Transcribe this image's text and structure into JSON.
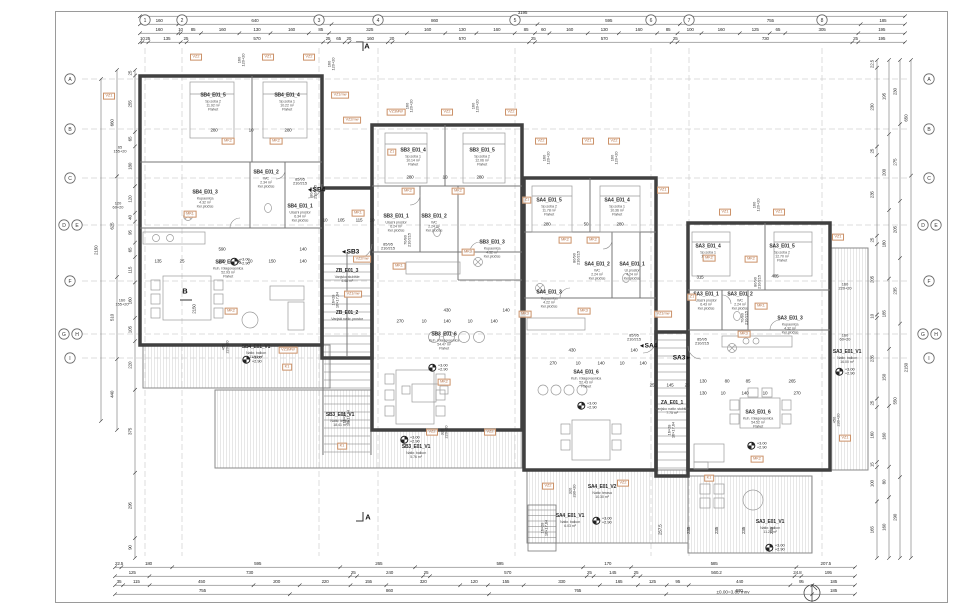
{
  "notes": {
    "level_note": "±0.00=3.80 mnv"
  },
  "sections": {
    "a": "A",
    "b": "B",
    "b_value": "2150"
  },
  "grid": {
    "cols": [
      "1",
      "2",
      "3",
      "4",
      "5",
      "6",
      "7",
      "8"
    ],
    "rows": [
      "A",
      "B",
      "C",
      "D",
      "E",
      "F",
      "G",
      "H",
      "I"
    ]
  },
  "dim_chains": [
    {
      "id": "top0",
      "values": [
        "3195"
      ]
    },
    {
      "id": "top1",
      "values": [
        "160",
        "640",
        "860",
        "595",
        "755",
        "185"
      ]
    },
    {
      "id": "top2",
      "values": [
        "160",
        "10",
        "85",
        "160",
        "130",
        "160",
        "85",
        "325",
        "160",
        "130",
        "160",
        "85",
        "60",
        "160",
        "130",
        "160",
        "85",
        "100",
        "160",
        "125",
        "65",
        "305",
        "195"
      ]
    },
    {
      "id": "top3",
      "values": [
        "10",
        "25",
        "135",
        "25",
        "570",
        "25",
        "65",
        "20",
        "160",
        "20",
        "570",
        "25",
        "570",
        "25",
        "730",
        "25",
        "195"
      ]
    },
    {
      "id": "bot1",
      "values": [
        "22.5",
        "180",
        "595",
        "265",
        "595",
        "170",
        "585",
        "207.5"
      ]
    },
    {
      "id": "bot2",
      "values": [
        "125",
        "730",
        "25",
        "240",
        "25",
        "570",
        "25",
        "145",
        "25",
        "560.2",
        "24.8",
        "195"
      ]
    },
    {
      "id": "bot3",
      "values": [
        "35",
        "115",
        "450",
        "200",
        "220",
        "155",
        "320",
        "120",
        "155",
        "330",
        "165",
        "125",
        "95",
        "440",
        "95",
        "185"
      ]
    },
    {
      "id": "bot4",
      "values": [
        "755",
        "860",
        "765",
        "630",
        "185"
      ]
    },
    {
      "id": "left1",
      "values": [
        "25",
        "255",
        "65",
        "180",
        "120",
        "40",
        "95",
        "65",
        "115",
        "160",
        "105",
        "220",
        "375",
        "295",
        "90"
      ]
    },
    {
      "id": "left2",
      "values": [
        "660",
        "625",
        "510",
        "440"
      ]
    },
    {
      "id": "left3",
      "values": [
        "2150"
      ]
    },
    {
      "id": "right1",
      "values": [
        "22.5",
        "230",
        "25",
        "235",
        "25",
        "205",
        "10",
        "235",
        "25",
        "160",
        "15",
        "100",
        "165"
      ]
    },
    {
      "id": "right2",
      "values": [
        "195",
        "200",
        "180",
        "185",
        "150",
        "160",
        "80",
        "160"
      ]
    },
    {
      "id": "right3",
      "values": [
        "230",
        "275",
        "205",
        "235",
        "550",
        "290"
      ]
    },
    {
      "id": "right4",
      "values": [
        "650",
        "2150"
      ]
    },
    {
      "id": "brow",
      "values": [
        "257.5",
        "235",
        "235",
        "235",
        "235"
      ]
    }
  ],
  "rooms": [
    {
      "code": "SB4_E01_5",
      "name": "Sp.soba 2",
      "area": "11.92 m²",
      "floor": "Parket"
    },
    {
      "code": "SB4_E01_4",
      "name": "Sp.soba 1",
      "area": "10.22 m²",
      "floor": "Parket"
    },
    {
      "code": "SB4_E01_2",
      "name": "WC",
      "area": "2.34 m²",
      "floor": "Ker.pločice"
    },
    {
      "code": "SB4_E01_3",
      "name": "Kupaonica",
      "area": "4.32 m²",
      "floor": "Ker.pločice"
    },
    {
      "code": "SB4_E01_1",
      "name": "Ulazni prostor",
      "area": "6.34 m²",
      "floor": "Ker.pločice"
    },
    {
      "code": "SB4_E01_6",
      "name": "Kuh. i blagovaonica",
      "area": "52.93 m²",
      "floor": "Parket"
    },
    {
      "code": "SB4_E01_V1",
      "name": "Natkr. balkon",
      "area": "11.94 m²",
      "floor": ""
    },
    {
      "code": "SB3_E01_4",
      "name": "Sp.soba 1",
      "area": "10.14 m²",
      "floor": "Parket"
    },
    {
      "code": "SB3_E01_5",
      "name": "Sp.soba 2",
      "area": "12.06 m²",
      "floor": "Parket"
    },
    {
      "code": "SB3_E01_1",
      "name": "Ulazni prostor",
      "area": "6.24 m²",
      "floor": "Ker.pločice"
    },
    {
      "code": "SB3_E01_2",
      "name": "WC",
      "area": "2.24 m²",
      "floor": "Ker.pločice"
    },
    {
      "code": "SB3_E01_3",
      "name": "Kupaonica",
      "area": "4.32 m²",
      "floor": "Ker.pločice"
    },
    {
      "code": "SB3_E01_6",
      "name": "Kuh. i blagovaonica",
      "area": "54.47 m²",
      "floor": "Parket"
    },
    {
      "code": "SB3_E01_V1",
      "name": "Natkr. terasa",
      "area": "18.41 m²",
      "floor": ""
    },
    {
      "code": "SB3_E01_V1",
      "name": "Natkr. balkon",
      "area": "5.76 m²",
      "floor": ""
    },
    {
      "code": "SA4_E01_5",
      "name": "Sp.soba 2",
      "area": "11.78 m²",
      "floor": "Parket"
    },
    {
      "code": "SA4_E01_4",
      "name": "Sp.soba 1",
      "area": "10.36 m²",
      "floor": "Parket"
    },
    {
      "code": "SA4_E01_2",
      "name": "WC",
      "area": "2.24 m²",
      "floor": "Ker.pločice"
    },
    {
      "code": "SA4_E01_1",
      "name": "Ul.prostor",
      "area": "4.24 m²",
      "floor": "Ker.pločice"
    },
    {
      "code": "SA4_E01_3",
      "name": "Kupaonica",
      "area": "4.22 m²",
      "floor": "Ker.pločice"
    },
    {
      "code": "SA4_E01_6",
      "name": "Kuh. i blagovaonica",
      "area": "52.43 m²",
      "floor": "Parket"
    },
    {
      "code": "SA4_E01_V2",
      "name": "Natkr. terasa",
      "area": "10.30 m²",
      "floor": ""
    },
    {
      "code": "SA4_E01_V1",
      "name": "Natkr. balkon",
      "area": "6.03 m²",
      "floor": ""
    },
    {
      "code": "SA3_E01_4",
      "name": "Sp.soba 1",
      "area": "10.65 m²",
      "floor": "Parket"
    },
    {
      "code": "SA3_E01_5",
      "name": "Sp.soba 2",
      "area": "12.70 m²",
      "floor": "Parket"
    },
    {
      "code": "SA3_E01_1",
      "name": "Ulazni prostor",
      "area": "6.43 m²",
      "floor": "Ker.pločice"
    },
    {
      "code": "SA3_E01_2",
      "name": "WC",
      "area": "2.24 m²",
      "floor": "Ker.pločice"
    },
    {
      "code": "SA3_E01_3",
      "name": "Kupaonica",
      "area": "4.32 m²",
      "floor": "Ker.pločice"
    },
    {
      "code": "SA3_E01_6",
      "name": "Kuh. i blagovaonica",
      "area": "54.52 m²",
      "floor": "Parket"
    },
    {
      "code": "SA3_E01_V1",
      "name": "Natkr. balkon",
      "area": "16.00 m²",
      "floor": ""
    },
    {
      "code": "SA3_E01_V1",
      "name": "Natkr. balkon",
      "area": "11.28 m²",
      "floor": ""
    },
    {
      "code": "ZB_E01_3",
      "name": "Vanjsko stubište",
      "area": "4.48 m²",
      "floor": ""
    },
    {
      "code": "ZB_E01_2",
      "name": "Vanjski natkr. prostor",
      "area": "",
      "floor": ""
    },
    {
      "code": "ZA_E01_1",
      "name": "Vanjsko natkr. stubište",
      "area": "7.75 m²",
      "floor": ""
    }
  ],
  "entries": [
    {
      "unit": "SB4"
    },
    {
      "unit": "SB3"
    },
    {
      "unit": "SA4"
    },
    {
      "unit": "SA3"
    }
  ],
  "level_marker": {
    "upper": "+3.00",
    "lower": "+2.90"
  },
  "door_size_tags": [
    [
      "85/95",
      "210/215"
    ],
    [
      "85/95",
      "210/215"
    ],
    [
      "85/95",
      "210/215"
    ],
    [
      "85/95",
      "210/215"
    ],
    [
      "80/90",
      "210/215"
    ],
    [
      "70/80",
      "210/215"
    ],
    [
      "80/90",
      "210/215"
    ],
    [
      "80/90",
      "210/215"
    ],
    [
      "70/80",
      "210/215"
    ]
  ],
  "window_tags": [
    [
      "160",
      "120+20"
    ],
    [
      "160",
      "120+20"
    ],
    [
      "160",
      "120+20"
    ],
    [
      "160",
      "120+20"
    ],
    [
      "160",
      "120+20"
    ],
    [
      "160",
      "120+20"
    ],
    [
      "160",
      "120+20"
    ],
    [
      "450",
      "220+20"
    ],
    [
      "320",
      "220+20"
    ],
    [
      "320",
      "230+20"
    ],
    [
      "450",
      "230+20"
    ],
    [
      "65",
      "155+20"
    ],
    [
      "120",
      "60+20"
    ],
    [
      "160",
      "155+20"
    ],
    [
      "160",
      "220+20"
    ],
    [
      "160",
      "60+20"
    ]
  ],
  "stair_run": [
    "16×28",
    "16×17,64"
  ],
  "wall_tags": [
    "VZ2",
    "VZ1",
    "VZ2",
    "VZ1",
    "VZ1mw",
    "VZ2mw",
    "VZ3MW",
    "VZ2",
    "VZ2",
    "VZ2",
    "VZ1",
    "VZ2",
    "VZ1",
    "VZ1",
    "VZ1",
    "VZ1",
    "MK2",
    "MK2",
    "MK1",
    "MK1",
    "MK2",
    "MK2",
    "MK3",
    "MK1",
    "MK2",
    "MK2",
    "MK3",
    "MK3",
    "MK2",
    "MK2",
    "MK2",
    "MK2",
    "MK1",
    "MK3",
    "MK2",
    "Z1",
    "Z1",
    "Z1",
    "VZ2mw",
    "VZ1mw",
    "VZ1mw",
    "VZ3MW",
    "K1",
    "K1",
    "K1",
    "VZ2",
    "VZ2",
    "VZ2",
    "VZ2",
    "VZ1"
  ],
  "interior_dims": [
    "280",
    "10",
    "280",
    "590",
    "140",
    "135",
    "25",
    "270",
    "10",
    "150",
    "140",
    "280",
    "10",
    "280",
    "430",
    "140",
    "270",
    "10",
    "140",
    "10",
    "140",
    "280",
    "50",
    "280",
    "430",
    "140",
    "270",
    "10",
    "140",
    "10",
    "140",
    "315",
    "405",
    "130",
    "80",
    "85",
    "265",
    "130",
    "10",
    "140",
    "10",
    "270",
    "10",
    "105",
    "115",
    "10",
    "25",
    "145",
    "25"
  ],
  "colors": {
    "edge_red": "#8e4444",
    "edge_pink": "#f3e6e6",
    "tag_orange": "#b06a3e",
    "wall": "#404040"
  }
}
